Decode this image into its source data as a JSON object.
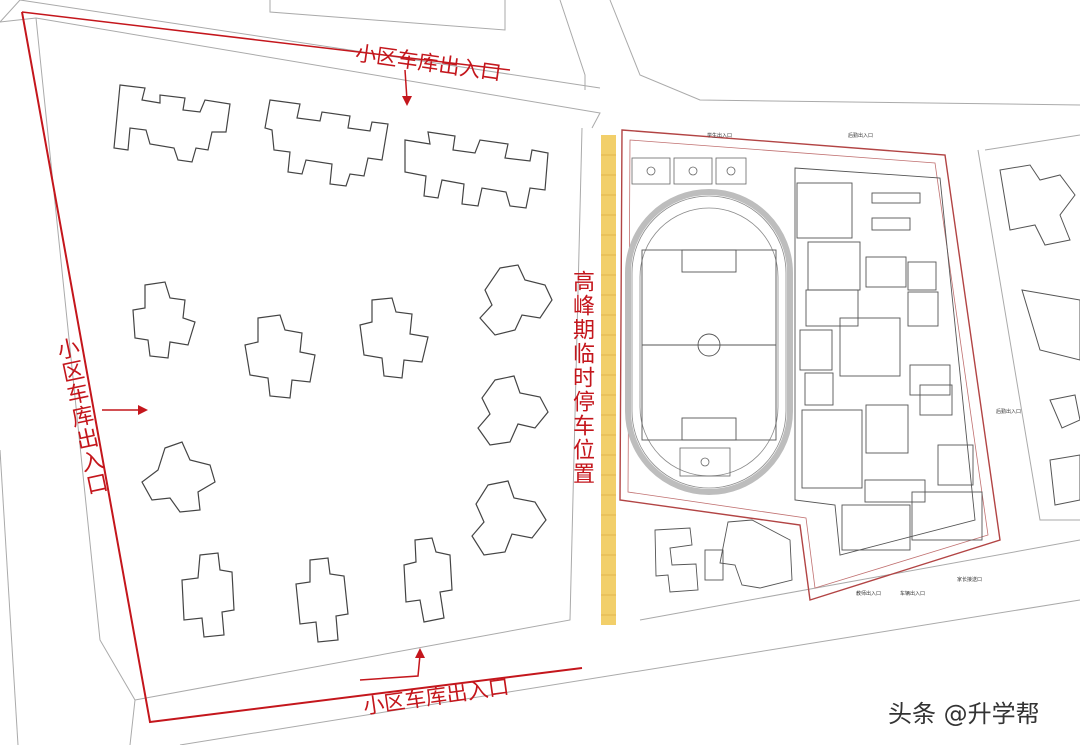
{
  "labels": {
    "garage_top": "小区车库出入口",
    "garage_left": "小区车库出入口",
    "garage_bottom": "小区车库出入口",
    "peak_parking": "高峰期临时停车位置"
  },
  "small_labels": {
    "entrance_1": "学生出入口",
    "entrance_2": "后勤出入口",
    "entrance_3": "后勤出入口",
    "entrance_4": "教师出入口",
    "entrance_5": "车辆出入口",
    "entrance_6": "家长接送口"
  },
  "watermark": "头条 @升学帮",
  "colors": {
    "boundary_red": "#c4161c",
    "building_outline": "#444444",
    "road_line": "#aaaaaa",
    "parking_yellow": "#f2cf6a",
    "school_boundary": "#b24444",
    "track_gray": "#9a9a9a"
  },
  "icons": {
    "arrow_top": "arrow-down-icon",
    "arrow_left": "arrow-right-icon",
    "arrow_bottom": "arrow-up-icon"
  }
}
